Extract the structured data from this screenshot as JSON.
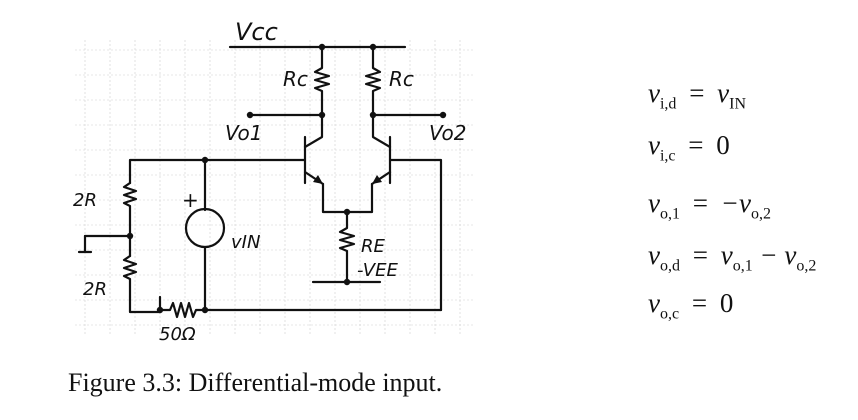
{
  "figure": {
    "labels": {
      "vcc": "Vcc",
      "rc_left": "Rc",
      "rc_right": "Rc",
      "vo1": "Vo1",
      "vo2": "Vo2",
      "r_top": "2R",
      "r_bottom": "2R",
      "plus": "+",
      "vin": "vIN",
      "re": "RE",
      "vee": "-VEE",
      "r_source": "50Ω"
    }
  },
  "equations": [
    {
      "lhs": "v",
      "lhs_sub": "i,d",
      "op": "=",
      "rhs": "v",
      "rhs_sub": "IN"
    },
    {
      "lhs": "v",
      "lhs_sub": "i,c",
      "op": "=",
      "rhs": "0",
      "rhs_sub": ""
    },
    {
      "lhs": "v",
      "lhs_sub": "o,1",
      "op": "=",
      "rhs": "−v",
      "rhs_sub": "o,2"
    },
    {
      "lhs": "v",
      "lhs_sub": "o,d",
      "op": "=",
      "rhs": "v",
      "rhs_sub": "o,1",
      "rhs2": " − v",
      "rhs2_sub": "o,2"
    },
    {
      "lhs": "v",
      "lhs_sub": "o,c",
      "op": "=",
      "rhs": "0",
      "rhs_sub": ""
    }
  ],
  "caption": "Figure 3.3: Differential-mode input."
}
